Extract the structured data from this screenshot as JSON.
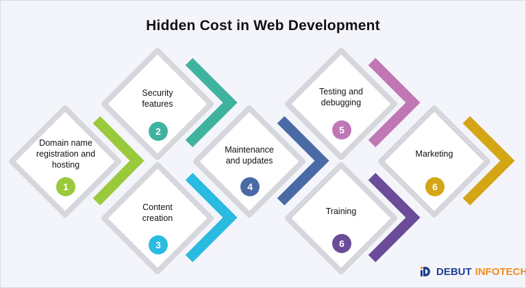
{
  "title": "Hidden Cost in Web Development",
  "colors": {
    "card_border": "#d6d7dc",
    "card_fill": "#ffffff",
    "s1": "#9ac93b",
    "s2": "#3fb3a0",
    "s3": "#2bbbe0",
    "s4": "#4a6aa6",
    "s5": "#c078b5",
    "s6_training": "#6a4c99",
    "s6_marketing": "#d4a515"
  },
  "steps": [
    {
      "id": "domain",
      "label": "Domain name registration and hosting",
      "number": "1"
    },
    {
      "id": "security",
      "label": "Security features",
      "number": "2"
    },
    {
      "id": "content",
      "label": "Content creation",
      "number": "3"
    },
    {
      "id": "maintenance",
      "label": "Maintenance and updates",
      "number": "4"
    },
    {
      "id": "testing",
      "label": "Testing and debugging",
      "number": "5"
    },
    {
      "id": "training",
      "label": "Training",
      "number": "6"
    },
    {
      "id": "marketing",
      "label": "Marketing",
      "number": "6"
    }
  ],
  "brand": {
    "word1": "DEBUT",
    "word2": "INFOTECH"
  }
}
